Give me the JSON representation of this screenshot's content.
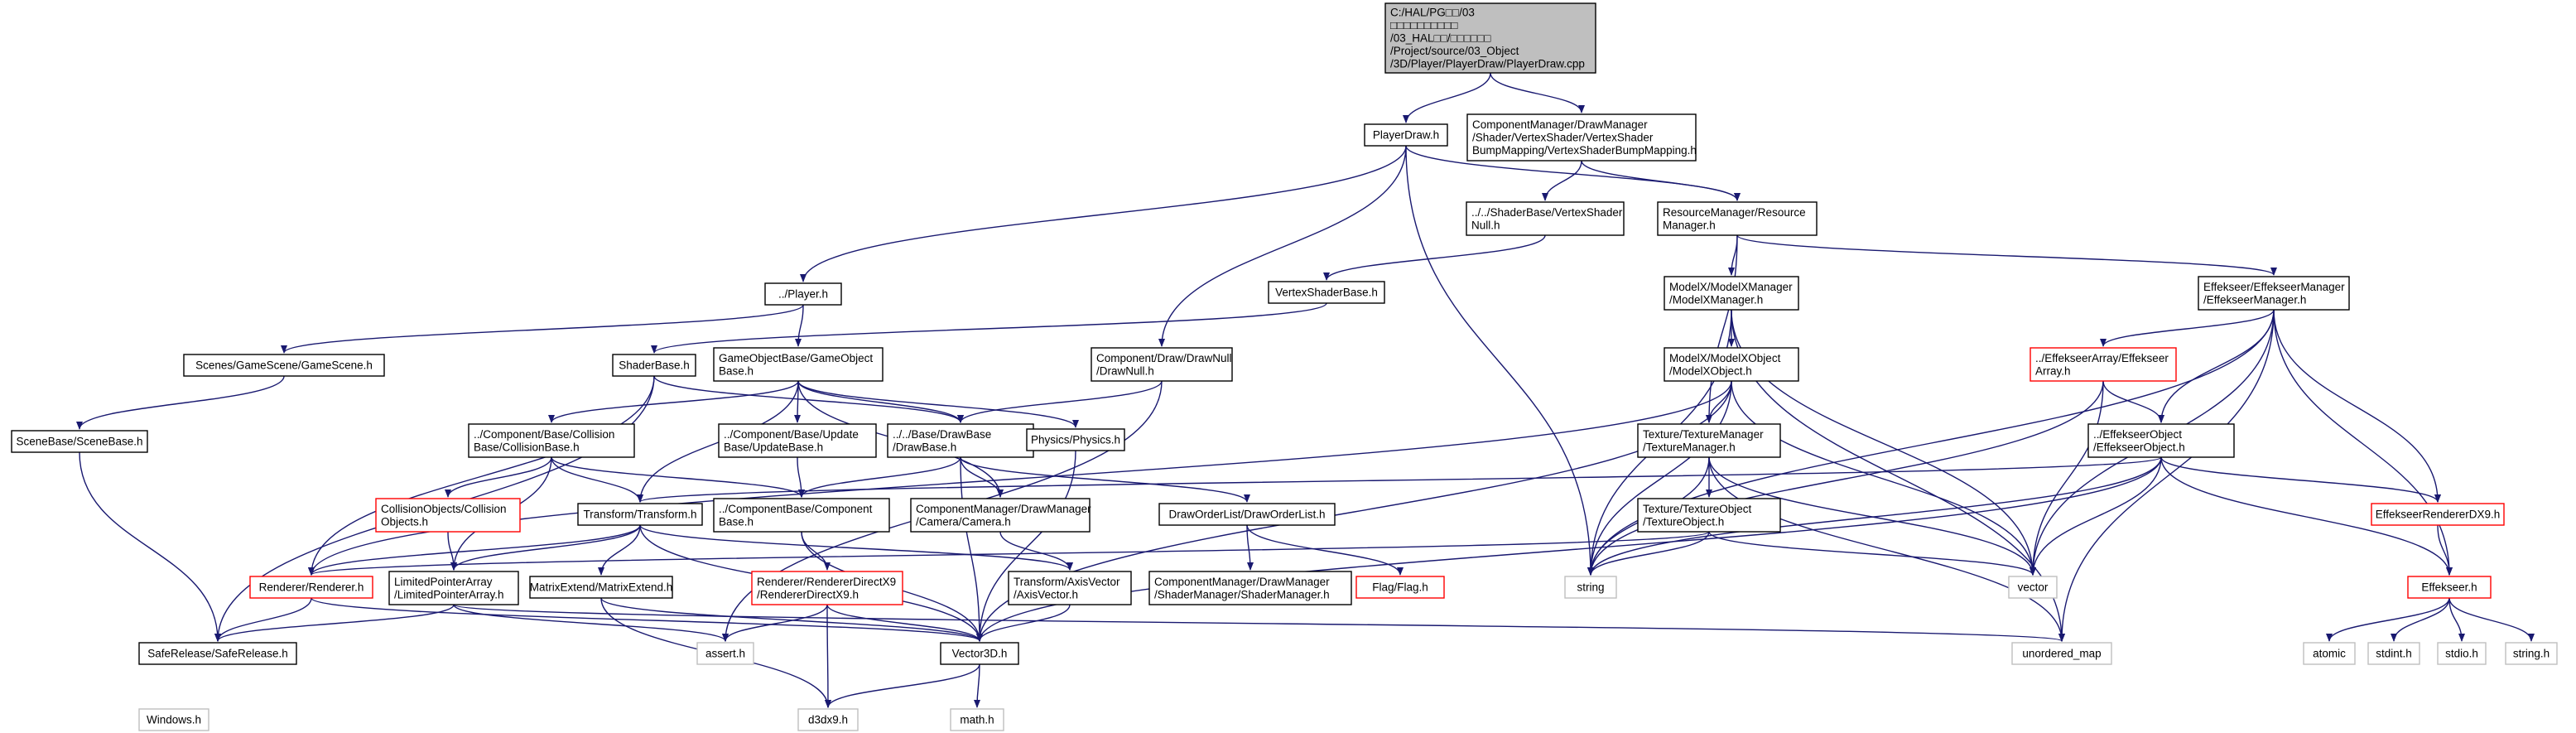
{
  "colors": {
    "edge": "#191970",
    "node_border": "#000000",
    "node_fill": "#ffffff",
    "root_fill": "#bfbfbf",
    "missing_border": "#ff0000",
    "system_border": "#bfbfbf",
    "system_text": "#555555"
  },
  "nodes": {
    "root": [
      "C:/HAL/PG□□/03",
      "□□□□□□□□□□",
      "/03_HAL□□/□□□□□□",
      "/Project/source/03_Object",
      "/3D/Player/PlayerDraw/PlayerDraw.cpp"
    ],
    "playerdraw": [
      "PlayerDraw.h"
    ],
    "vsbump": [
      "ComponentManager/DrawManager",
      "/Shader/VertexShader/VertexShader",
      "BumpMapping/VertexShaderBumpMapping.h"
    ],
    "player": [
      "../Player.h"
    ],
    "drawnull": [
      "Component/Draw/DrawNull",
      "/DrawNull.h"
    ],
    "vsnull": [
      "../../ShaderBase/VertexShader",
      "Null.h"
    ],
    "resmgr": [
      "ResourceManager/Resource",
      "Manager.h"
    ],
    "vsbase": [
      "VertexShaderBase.h"
    ],
    "modelxmgr": [
      "ModelX/ModelXManager",
      "/ModelXManager.h"
    ],
    "effmgr": [
      "Effekseer/EffekseerManager",
      "/EffekseerManager.h"
    ],
    "gamescene": [
      "Scenes/GameScene/GameScene.h"
    ],
    "shaderbase": [
      "ShaderBase.h"
    ],
    "gameobjbase": [
      "GameObjectBase/GameObject",
      "Base.h"
    ],
    "modelxobj": [
      "ModelX/ModelXObject",
      "/ModelXObject.h"
    ],
    "effarray": [
      "../EffekseerArray/Effekseer",
      "Array.h"
    ],
    "scenebase": [
      "SceneBase/SceneBase.h"
    ],
    "collbase": [
      "../Component/Base/Collision",
      "Base/CollisionBase.h"
    ],
    "updatebase": [
      "../Component/Base/Update",
      "Base/UpdateBase.h"
    ],
    "drawbase": [
      "../../Base/DrawBase",
      "/DrawBase.h"
    ],
    "physics": [
      "Physics/Physics.h"
    ],
    "texmgr": [
      "Texture/TextureManager",
      "/TextureManager.h"
    ],
    "effobj": [
      "../EffekseerObject",
      "/EffekseerObject.h"
    ],
    "collobjs": [
      "CollisionObjects/Collision",
      "Objects.h"
    ],
    "transform": [
      "Transform/Transform.h"
    ],
    "compbase": [
      "../ComponentBase/Component",
      "Base.h"
    ],
    "camera": [
      "ComponentManager/DrawManager",
      "/Camera/Camera.h"
    ],
    "draworderlist": [
      "DrawOrderList/DrawOrderList.h"
    ],
    "texobj": [
      "Texture/TextureObject",
      "/TextureObject.h"
    ],
    "effrenderer": [
      "EffekseerRendererDX9.h"
    ],
    "renderer": [
      "Renderer/Renderer.h"
    ],
    "lparray": [
      "LimitedPointerArray",
      "/LimitedPointerArray.h"
    ],
    "matrixext": [
      "MatrixExtend/MatrixExtend.h"
    ],
    "rdx9": [
      "Renderer/RendererDirectX9",
      "/RendererDirectX9.h"
    ],
    "axisvec": [
      "Transform/AxisVector",
      "/AxisVector.h"
    ],
    "shadermgr": [
      "ComponentManager/DrawManager",
      "/ShaderManager/ShaderManager.h"
    ],
    "flag": [
      "Flag/Flag.h"
    ],
    "string": [
      "string"
    ],
    "vector": [
      "vector"
    ],
    "effekseer": [
      "Effekseer.h"
    ],
    "saferelease": [
      "SafeRelease/SafeRelease.h"
    ],
    "assert": [
      "assert.h"
    ],
    "vector3d": [
      "Vector3D.h"
    ],
    "umap": [
      "unordered_map"
    ],
    "atomic": [
      "atomic"
    ],
    "stdint": [
      "stdint.h"
    ],
    "stdio": [
      "stdio.h"
    ],
    "stringh": [
      "string.h"
    ],
    "windows": [
      "Windows.h"
    ],
    "d3dx9": [
      "d3dx9.h"
    ],
    "math": [
      "math.h"
    ]
  }
}
